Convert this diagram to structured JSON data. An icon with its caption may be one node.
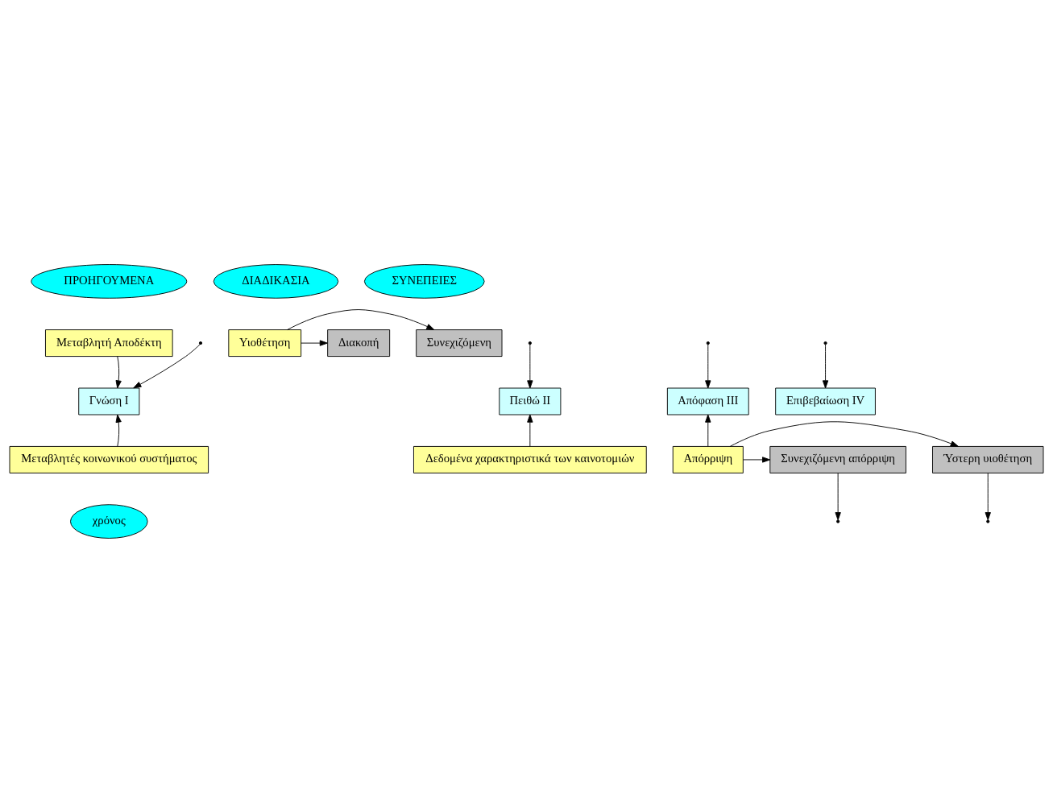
{
  "diagram": {
    "nodes": [
      {
        "text": [
          "ΠΡΟΗΓΟΥΜΕΝΑ"
        ]
      },
      {
        "text": [
          "ΔΙΑΔΙΚΑΣΙΑ"
        ]
      },
      {
        "text": [
          "ΣΥΝΕΠΕΙΕΣ"
        ]
      },
      {
        "text": [
          "Συνεχιζόμενη"
        ]
      },
      {
        "text": [
          "Μεταβλητή Αποδέκτη"
        ]
      },
      {
        "text": [
          "Υιοθέτηση"
        ]
      },
      {
        "text": [
          "Διακοπή"
        ]
      },
      {
        "text": [
          "Γνώση I"
        ]
      },
      {
        "text": [
          "Πειθώ II"
        ]
      },
      {
        "text": [
          "Απόφαση III"
        ]
      },
      {
        "text": [
          "Επιβεβαίωση IV"
        ]
      },
      {
        "text": [
          "Μεταβλητές κοινωνικού συστήματος"
        ]
      },
      {
        "text": [
          "Δεδομένα χαρακτηριστικά των καινοτομιών"
        ]
      },
      {
        "text": [
          "Ύστερη υιοθέτηση"
        ]
      },
      {
        "text": [
          "Απόρριψη"
        ]
      },
      {
        "text": [
          "Συνεχιζόμενη απόρριψη"
        ]
      },
      {
        "text": [
          "χρόνος"
        ]
      }
    ],
    "edges": [
      {
        "from": 5,
        "to": 3,
        "arrow": "to"
      },
      {
        "from": 5,
        "to": 6,
        "arrow": "to"
      },
      {
        "from": 4,
        "to": 7,
        "arrow": "to"
      },
      {
        "from": null,
        "to": 7,
        "arrow": "to"
      },
      {
        "from": null,
        "to": 8,
        "arrow": "to"
      },
      {
        "from": null,
        "to": 9,
        "arrow": "to"
      },
      {
        "from": null,
        "to": 10,
        "arrow": "to"
      },
      {
        "from": 11,
        "to": 7,
        "arrow": "to"
      },
      {
        "from": 12,
        "to": 8,
        "arrow": "to"
      },
      {
        "from": 14,
        "to": 9,
        "arrow": "to"
      },
      {
        "from": 14,
        "to": 13,
        "arrow": "to"
      },
      {
        "from": 14,
        "to": 15,
        "arrow": "to"
      },
      {
        "from": 13,
        "to": null,
        "arrow": "to"
      },
      {
        "from": 15,
        "to": null,
        "arrow": "to"
      }
    ]
  }
}
